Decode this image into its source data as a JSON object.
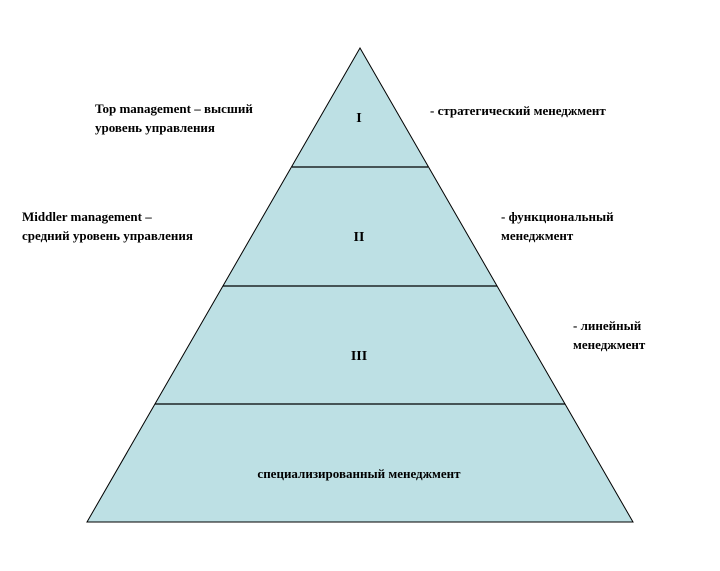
{
  "colors": {
    "fill": "#bde0e4",
    "stroke": "#000000",
    "text": "#000000"
  },
  "pyramid": {
    "levels": [
      {
        "label": "I"
      },
      {
        "label": "II"
      },
      {
        "label": "III"
      },
      {
        "label": "специализированный менеджмент"
      }
    ]
  },
  "left_labels": {
    "top": {
      "line1": "Top management  – высший",
      "line2": "уровень  управления"
    },
    "middle": {
      "line1": "Middler  management  –",
      "line2": "средний уровень управления"
    }
  },
  "right_labels": {
    "strategic": {
      "line1": "- стратегический менеджмент"
    },
    "functional": {
      "line1": "- функциональный",
      "line2": "менеджмент"
    },
    "linear": {
      "line1": "- линейный",
      "line2": "менеджмент"
    }
  }
}
